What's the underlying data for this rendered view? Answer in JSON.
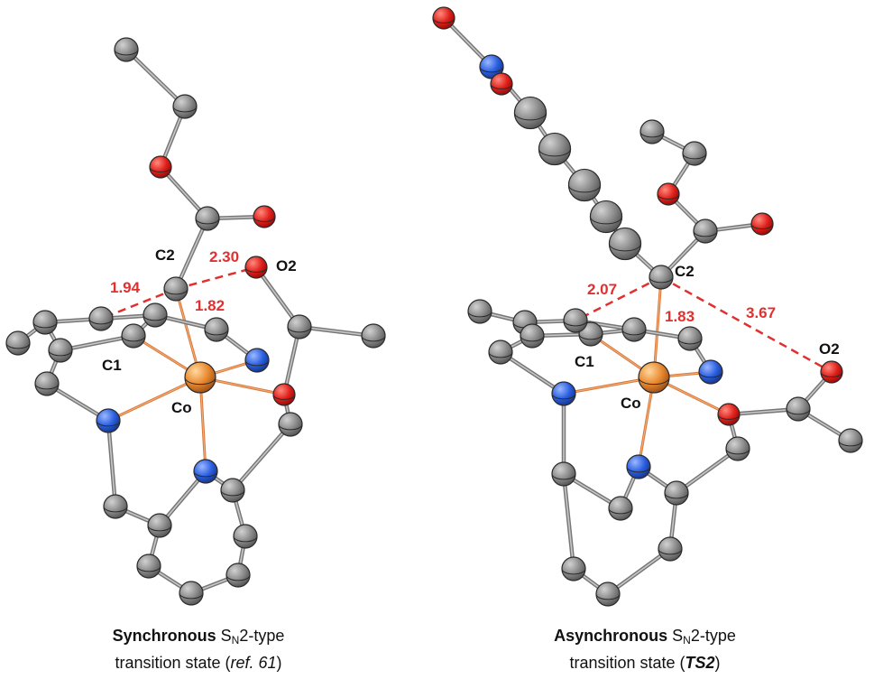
{
  "colors": {
    "carbon": "#8a8a8a",
    "carbon_light": "#c4c4c4",
    "oxygen": "#e0201b",
    "oxygen_light": "#ff7a6e",
    "nitrogen": "#2a5fe0",
    "nitrogen_light": "#8fb0ff",
    "cobalt": "#e8882e",
    "cobalt_light": "#ffd08a",
    "bond": "#777777",
    "bond_cobalt": "#d9783a",
    "distance": "#e03030",
    "label": "#111111"
  },
  "panels": [
    {
      "id": "synchronous",
      "atom_labels": [
        "C2",
        "O2",
        "C1",
        "Co"
      ],
      "distances": [
        "1.94",
        "2.30",
        "1.82"
      ],
      "caption": {
        "line1_bold": "Synchronous",
        "line1_s": "S",
        "line1_sub": "N",
        "line1_rest": "2-type",
        "line2_pre": "transition state (",
        "line2_ital": "ref. 61",
        "line2_post": ")"
      }
    },
    {
      "id": "asynchronous",
      "atom_labels": [
        "C2",
        "O2",
        "C1",
        "Co"
      ],
      "distances": [
        "2.07",
        "1.83",
        "3.67"
      ],
      "caption": {
        "line1_bold": "Asynchronous",
        "line1_s": "S",
        "line1_sub": "N",
        "line1_rest": "2-type",
        "line2_pre": "transition state (",
        "line2_ital": "TS2",
        "line2_post": ")"
      }
    }
  ]
}
